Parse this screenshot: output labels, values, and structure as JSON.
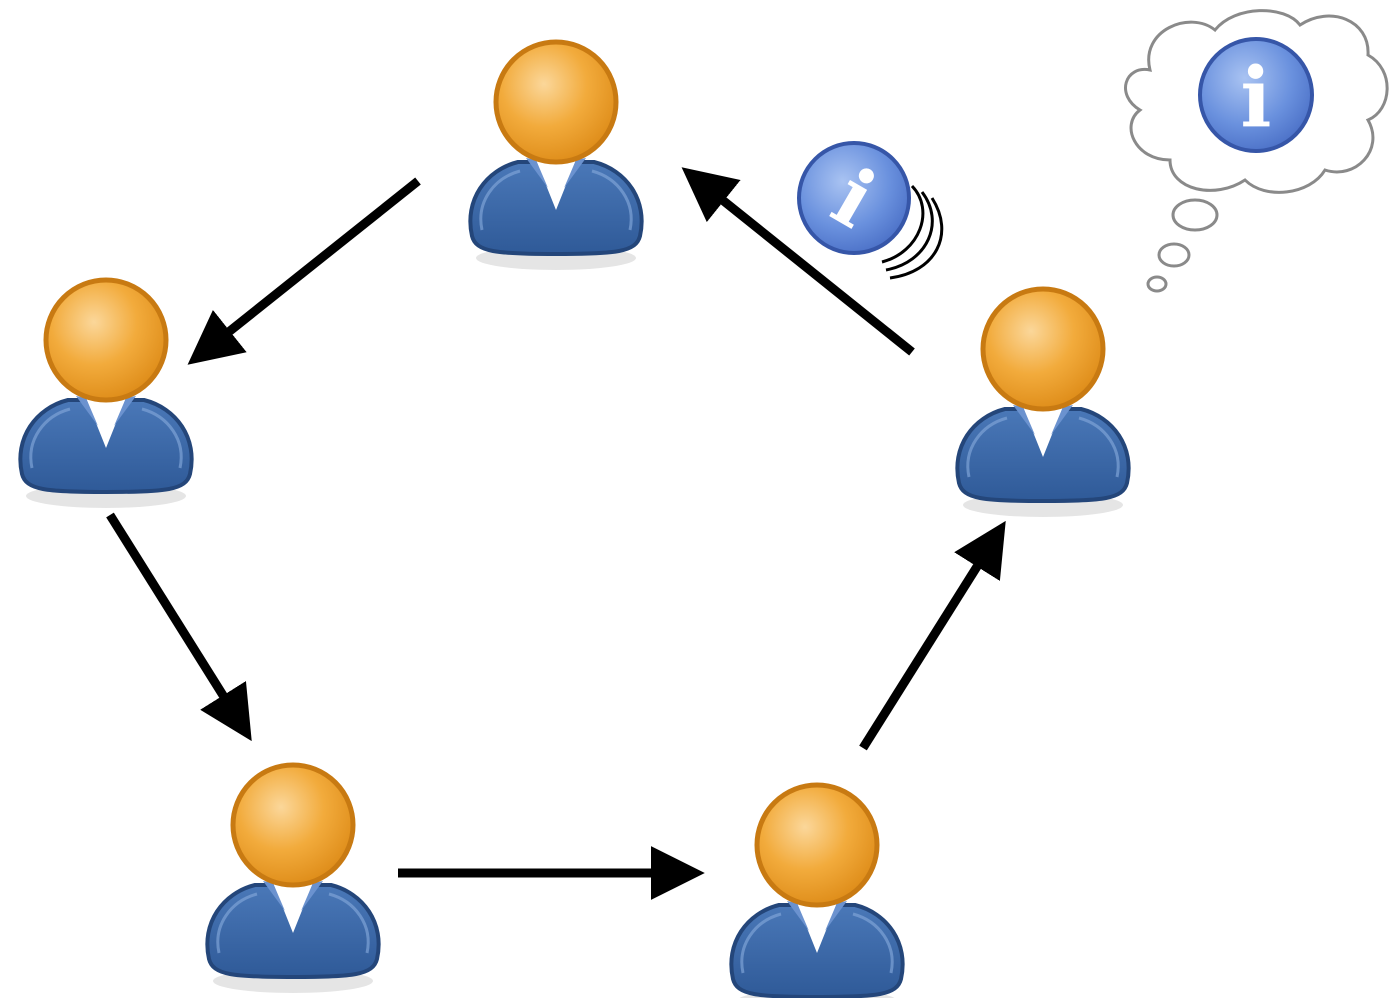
{
  "diagram": {
    "type": "ring-communication",
    "people": [
      {
        "id": "top",
        "label": ""
      },
      {
        "id": "upper-left",
        "label": ""
      },
      {
        "id": "lower-left",
        "label": ""
      },
      {
        "id": "lower-right",
        "label": ""
      },
      {
        "id": "upper-right",
        "label": ""
      }
    ],
    "arrows": [
      {
        "from": "top",
        "to": "upper-left"
      },
      {
        "from": "upper-left",
        "to": "lower-left"
      },
      {
        "from": "lower-left",
        "to": "lower-right"
      },
      {
        "from": "lower-right",
        "to": "upper-right"
      },
      {
        "from": "upper-right",
        "to": "top"
      }
    ],
    "message_icon": {
      "icon": "info-icon",
      "glyph": "i",
      "state": "in-transit"
    },
    "thought_bubble": {
      "icon": "info-icon",
      "glyph": "i",
      "owner": "upper-right"
    }
  },
  "colors": {
    "head_fill": "#f0a833",
    "head_stroke": "#c87a12",
    "body_fill": "#3a66a6",
    "body_stroke": "#24467a",
    "arrow": "#000000",
    "info_fill": "#5b83d6",
    "info_stroke": "#3656a8",
    "bubble_stroke": "#8a8a8a"
  }
}
